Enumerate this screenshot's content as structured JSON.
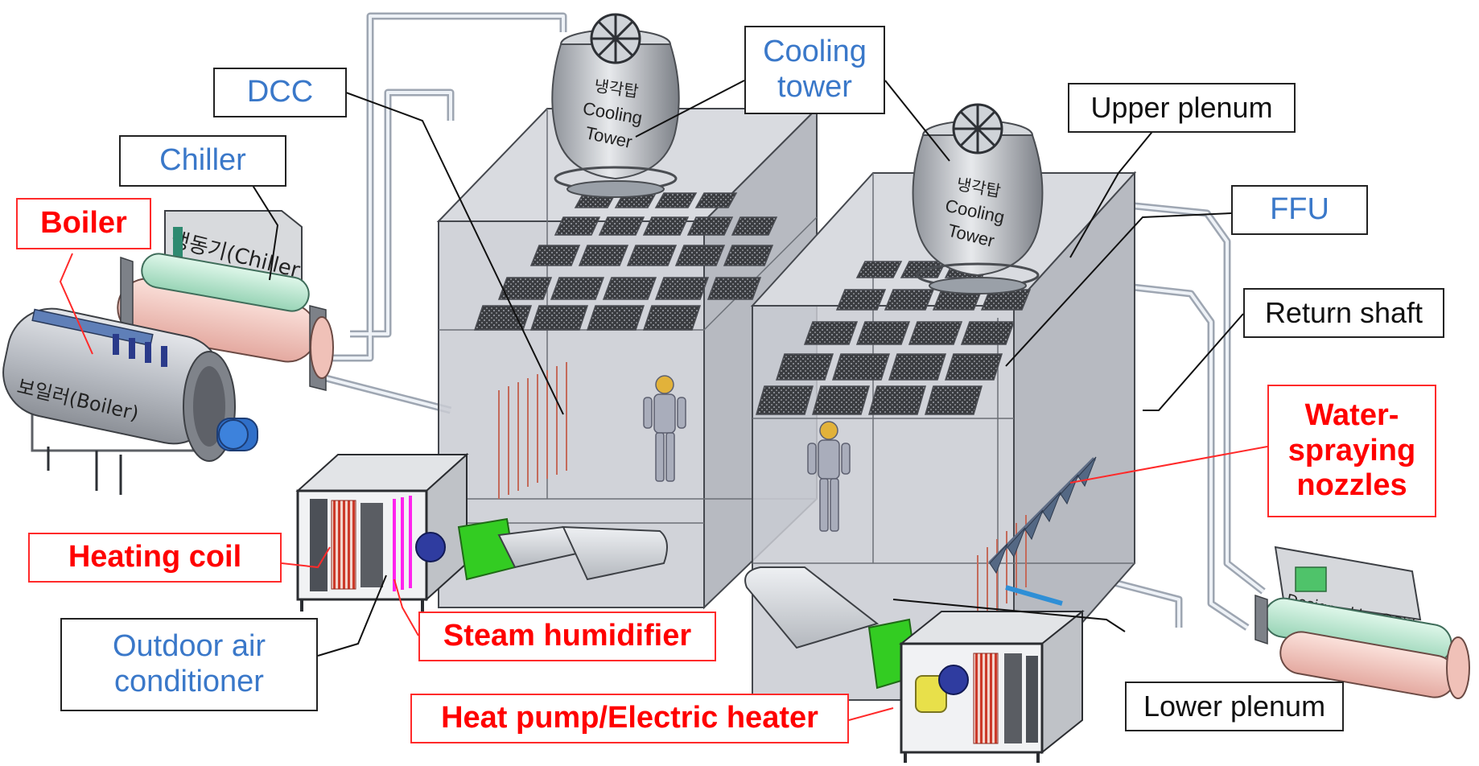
{
  "labels": {
    "dcc": "DCC",
    "cooling_tower": "Cooling\ntower",
    "chiller": "Chiller",
    "boiler": "Boiler",
    "upper_plenum": "Upper plenum",
    "ffu": "FFU",
    "return_shaft": "Return shaft",
    "water_nozzles": "Water-\nspraying\nnozzles",
    "heating_coil": "Heating coil",
    "outdoor_ac": "Outdoor air\nconditioner",
    "steam_humidifier": "Steam humidifier",
    "heat_pump": "Heat pump/Electric heater",
    "lower_plenum": "Lower plenum"
  },
  "equipment_text": {
    "tower_korean": "냉각탑",
    "tower_english_1": "Cooling",
    "tower_english_2": "Tower",
    "chiller_sign": "냉동기(Chiller",
    "boiler_tank": "보일러(Boiler)",
    "designer": "Designed by 유경훈"
  },
  "colors": {
    "label_blue": "#3a78c9",
    "label_red": "#ff0000",
    "leader_red": "#ff2a2a",
    "room_glass": "#c9cbd2",
    "pipe": "#e6ebf2",
    "fan_green": "#33cc22",
    "chiller_pink": "#f4c7c0",
    "chiller_green": "#b9e6cf",
    "boiler_blue": "#2f6fc9",
    "humidifier_magenta": "#ff22ee"
  }
}
